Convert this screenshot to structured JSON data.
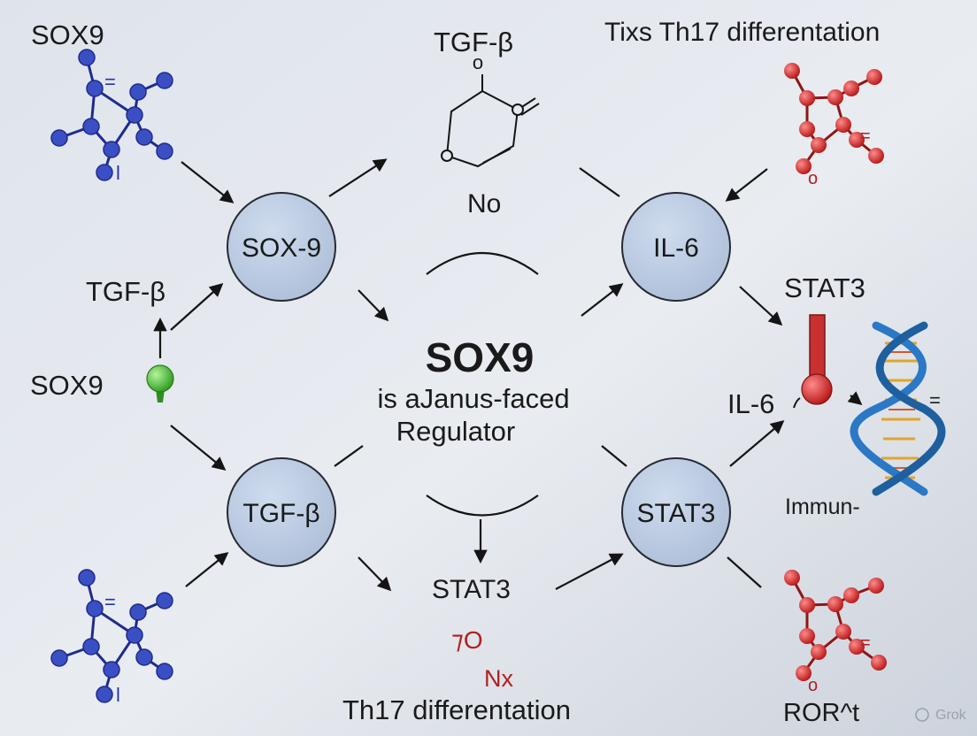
{
  "labels": {
    "top_left": "SOX9",
    "top_center": "TGF-β",
    "top_center_o": "o",
    "top_center_no": "No",
    "top_right": "Tixs Th17 differentation",
    "mid_left_tgf": "TGF-β",
    "mid_left_sox9": "SOX9",
    "stat3_right": "STAT3",
    "il6_right": "IL-6",
    "immun": "Immun-",
    "stat3_center": "STAT3",
    "o_red": "⁊O",
    "nx_red": "Nx",
    "bottom_center": "Th17 differentation",
    "bottom_right": "ROR^t",
    "watermark": "Grok",
    "mol_top_left_mark": "=",
    "mol_top_left_l": "l",
    "mol_bottom_left_mark": "=",
    "mol_bottom_left_l": "l",
    "mol_top_right_mark": "=",
    "mol_top_right_o": "o",
    "mol_bottom_right_mark": "=",
    "mol_bottom_right_o": "o",
    "dna_mark": "="
  },
  "nodes": {
    "sox9": "SOX-9",
    "il6": "IL-6",
    "tgf": "TGF-β",
    "stat3": "STAT3"
  },
  "center": {
    "title": "SOX9",
    "line1": "is aJanus-faced",
    "line2": "Regulator"
  },
  "colors": {
    "node_fill": "#bccbe1",
    "blue_molecule": "#3b4fc4",
    "red_molecule": "#d43a3a",
    "green_marker": "#3bb82a",
    "stat3_bar": "#c93030",
    "dna_blue": "#2b78c6"
  }
}
